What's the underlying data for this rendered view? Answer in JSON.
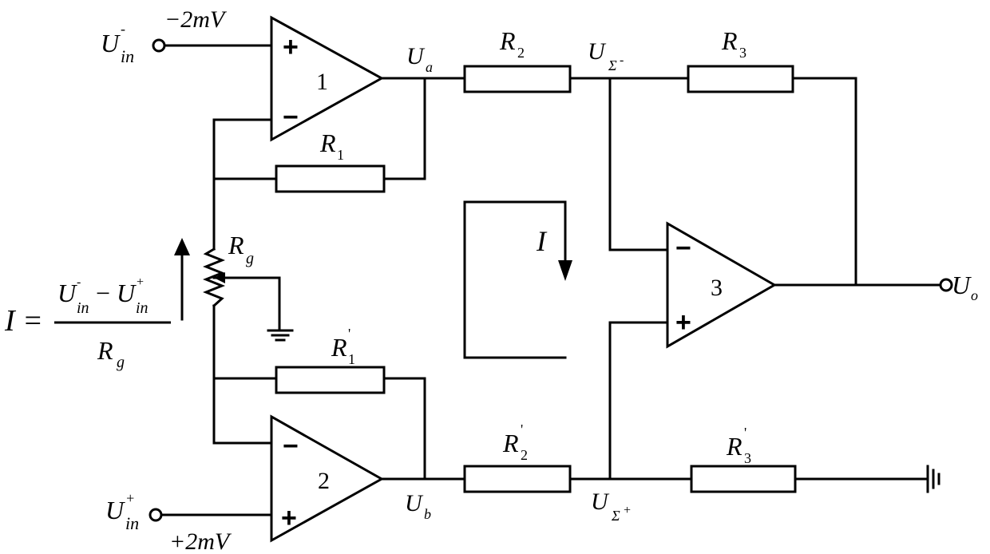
{
  "labels": {
    "uin_minus_main": "U",
    "uin_minus_sub": "in",
    "uin_minus_sup": "-",
    "uin_plus_main": "U",
    "uin_plus_sub": "in",
    "uin_plus_sup": "+",
    "v_minus": "−2mV",
    "v_plus": "+2mV",
    "ua_main": "U",
    "ua_sub": "a",
    "ub_main": "U",
    "ub_sub": "b",
    "usig_main": "U",
    "usig_sub": "Σ",
    "usig_sup_minus": "-",
    "usig_sup_plus": "+",
    "uo_main": "U",
    "uo_sub": "o",
    "r1": "R",
    "r1_sub": "1",
    "r1p": "R",
    "r1p_sub": "1",
    "r2": "R",
    "r2_sub": "2",
    "r2p": "R",
    "r2p_sub": "2",
    "r3": "R",
    "r3_sub": "3",
    "r3p": "R",
    "r3p_sub": "3",
    "rg": "R",
    "rg_sub": "g",
    "prime": "'",
    "current_label": "I",
    "formula_I": "I =",
    "formula_num_u1": "U",
    "formula_num_sub": "in",
    "formula_num_minus": "−",
    "formula_num_u2": "U",
    "formula_den": "R",
    "formula_den_sub": "g",
    "amp1": "1",
    "amp2": "2",
    "amp3": "3",
    "plus": "+",
    "minus": "−"
  }
}
